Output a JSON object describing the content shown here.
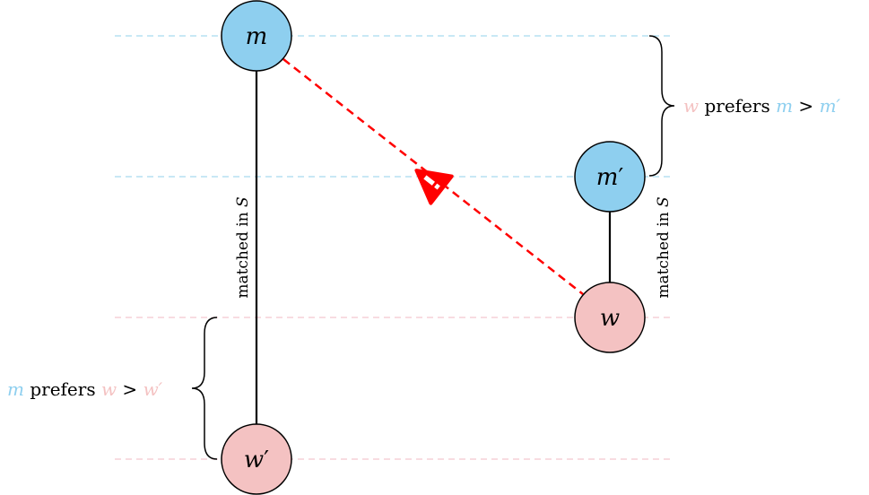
{
  "colors": {
    "man": "#8ecfef",
    "woman": "#f4c2c2",
    "man_line": "#a8dbef",
    "woman_line": "#f3c6cf",
    "unstable": "#ff0000",
    "stroke": "#000000"
  },
  "nodes": {
    "m": {
      "letter": "m",
      "prime": ""
    },
    "m_prime": {
      "letter": "m",
      "prime": "′"
    },
    "w": {
      "letter": "w",
      "prime": ""
    },
    "w_prime": {
      "letter": "w",
      "prime": "′"
    }
  },
  "edges": {
    "left": {
      "label_text": "matched in ",
      "label_var": "S"
    },
    "right": {
      "label_text": "matched in ",
      "label_var": "S"
    }
  },
  "annotations": {
    "w_prefers": {
      "subject": "w",
      "verb": " prefers ",
      "left": "m",
      "op": " > ",
      "right": "m′"
    },
    "m_prefers": {
      "subject": "m",
      "verb": " prefers ",
      "left": "w",
      "op": " > ",
      "right": "w′"
    }
  },
  "icons": {
    "warning": "warning-icon"
  }
}
